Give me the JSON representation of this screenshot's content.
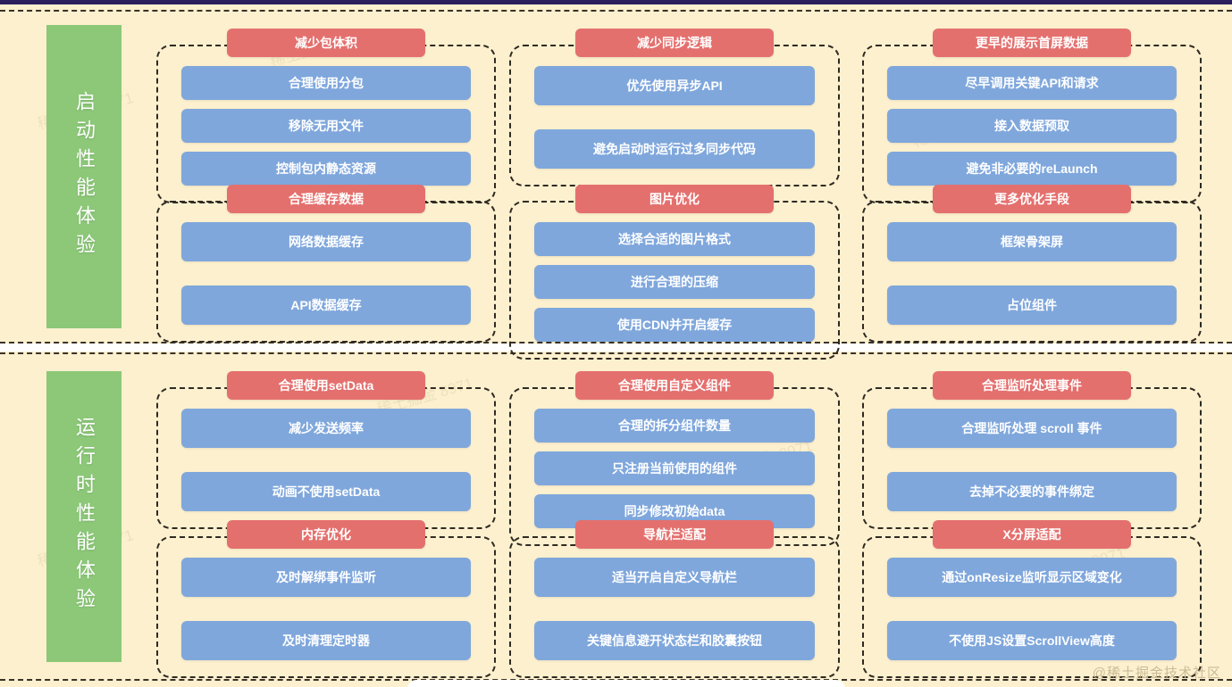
{
  "meta": {
    "background_color": "#FCF0CE",
    "accent_red": "#E4706E",
    "accent_blue": "#7FA7DC",
    "accent_green": "#8CC878",
    "top_strip_color": "#2B1F5E",
    "watermark": "@稀土掘金技术社区",
    "bg_watermark_text": "稀土掘金 8971"
  },
  "sections": [
    {
      "label": "启动性能体验",
      "cards": [
        {
          "title": "减少包体积",
          "items": [
            "合理使用分包",
            "移除无用文件",
            "控制包内静态资源"
          ]
        },
        {
          "title": "合理缓存数据",
          "items": [
            "网络数据缓存",
            "API数据缓存"
          ]
        },
        {
          "title": "减少同步逻辑",
          "items": [
            "优先使用异步API",
            "避免启动时运行过多同步代码"
          ]
        },
        {
          "title": "图片优化",
          "items": [
            "选择合适的图片格式",
            "进行合理的压缩",
            "使用CDN并开启缓存"
          ]
        },
        {
          "title": "更早的展示首屏数据",
          "items": [
            "尽早调用关键API和请求",
            "接入数据预取",
            "避免非必要的reLaunch"
          ]
        },
        {
          "title": "更多优化手段",
          "items": [
            "框架骨架屏",
            "占位组件"
          ]
        }
      ]
    },
    {
      "label": "运行时性能体验",
      "cards": [
        {
          "title": "合理使用setData",
          "items": [
            "减少发送频率",
            "动画不使用setData"
          ]
        },
        {
          "title": "内存优化",
          "items": [
            "及时解绑事件监听",
            "及时清理定时器"
          ]
        },
        {
          "title": "合理使用自定义组件",
          "items": [
            "合理的拆分组件数量",
            "只注册当前使用的组件",
            "同步修改初始data"
          ]
        },
        {
          "title": "导航栏适配",
          "items": [
            "适当开启自定义导航栏",
            "关键信息避开状态栏和胶囊按钮"
          ]
        },
        {
          "title": "合理监听处理事件",
          "items": [
            "合理监听处理 scroll 事件",
            "去掉不必要的事件绑定"
          ]
        },
        {
          "title": "X分屏适配",
          "items": [
            "通过onResize监听显示区域变化",
            "不使用JS设置ScrollView高度"
          ]
        }
      ]
    }
  ]
}
